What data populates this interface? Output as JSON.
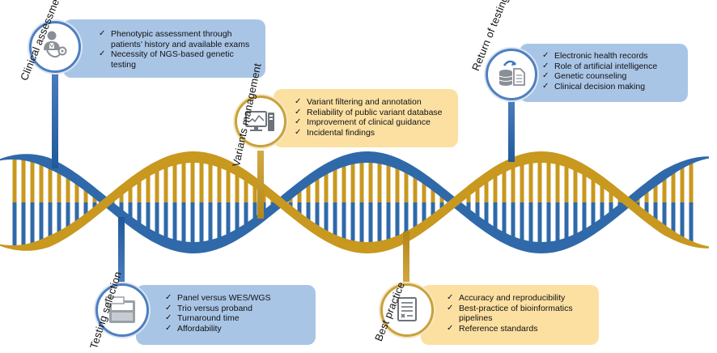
{
  "stages": [
    {
      "id": "clinical",
      "label": "Clinical assessment",
      "icon": "doctor-stethoscope-icon",
      "color": "blue",
      "items": [
        "Phenotypic assessment through patients’ history and available exams",
        "Necessity of NGS-based genetic testing"
      ]
    },
    {
      "id": "variants",
      "label": "Variants management",
      "icon": "computer-workstation-icon",
      "color": "yellow",
      "items": [
        "Variant filtering and annotation",
        "Reliability of public variant database",
        "Improvement of clinical guidance",
        "Incidental findings"
      ]
    },
    {
      "id": "return",
      "label": "Return of testing",
      "icon": "database-document-icon",
      "color": "blue",
      "items": [
        "Electronic health records",
        "Role of artificial intelligence",
        "Genetic counseling",
        "Clinical decision making"
      ]
    },
    {
      "id": "testing",
      "label": "Testing selection",
      "icon": "sequencer-machine-icon",
      "color": "blue",
      "items": [
        "Panel versus WES/WGS",
        "Trio versus proband",
        "Turnaround time",
        "Affordability"
      ]
    },
    {
      "id": "best",
      "label": "Best practice",
      "icon": "checklist-document-icon",
      "color": "yellow",
      "items": [
        "Accuracy and reproducibility",
        "Best-practice of bioinformatics pipelines",
        "Reference standards"
      ]
    }
  ],
  "colors": {
    "blue_strand": "#2f69a9",
    "gold_strand": "#c8981f",
    "blue_box": "#a9c5e6",
    "yellow_box": "#fbe0a2",
    "blue_ring": "#4f7fbf",
    "gold_ring": "#c9a13d"
  }
}
